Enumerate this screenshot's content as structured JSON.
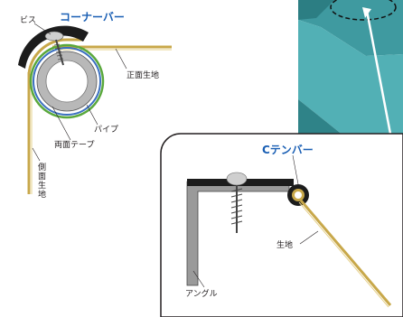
{
  "top_diagram": {
    "title": "コーナーバー",
    "labels": {
      "screw": "ビス",
      "front_fabric": "正面生地",
      "pipe": "パイプ",
      "double_tape": "両面テープ",
      "side_fabric": "側面生地"
    }
  },
  "inset_diagram": {
    "title": "Cテンバー",
    "labels": {
      "fabric": "生地",
      "angle": "アングル"
    }
  },
  "colors": {
    "title_blue": "#1a5fb4",
    "fabric_gold": "#c8a84a",
    "tape_green": "#5aa83c",
    "tape_blue": "#3a6fc0",
    "bar_black": "#1c1c1c",
    "awning_teal": "#4fa8ad"
  }
}
